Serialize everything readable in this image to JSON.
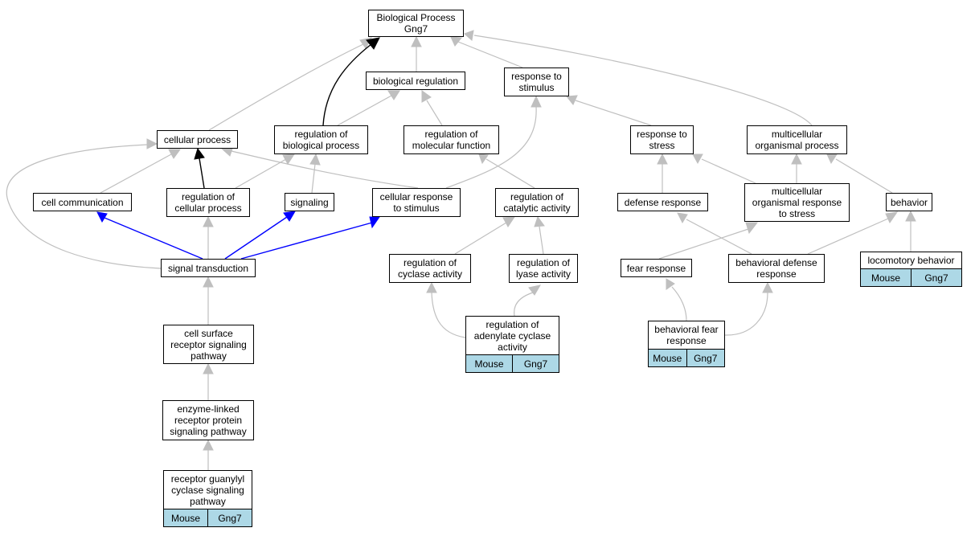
{
  "colors": {
    "gray_edge": "#bfbfbf",
    "black_edge": "#000000",
    "blue_edge": "#0000ff",
    "annotation_fill": "#add8e6"
  },
  "nodes": {
    "root": "Biological Process\nGng7",
    "biological_regulation": "biological regulation",
    "response_to_stimulus": "response to\nstimulus",
    "cellular_process": "cellular process",
    "regulation_of_biological_process": "regulation of\nbiological process",
    "regulation_of_molecular_function": "regulation of\nmolecular function",
    "response_to_stress": "response to\nstress",
    "multicellular_organismal_process": "multicellular\norganismal process",
    "cell_communication": "cell communication",
    "regulation_of_cellular_process": "regulation of\ncellular process",
    "signaling": "signaling",
    "cellular_response_to_stimulus": "cellular response\nto stimulus",
    "regulation_of_catalytic_activity": "regulation of\ncatalytic activity",
    "defense_response": "defense response",
    "multicellular_organismal_response_to_stress": "multicellular\norganismal response\nto stress",
    "behavior": "behavior",
    "signal_transduction": "signal transduction",
    "regulation_of_cyclase_activity": "regulation of\ncyclase activity",
    "regulation_of_lyase_activity": "regulation of\nlyase activity",
    "fear_response": "fear response",
    "behavioral_defense_response": "behavioral defense\nresponse",
    "locomotory_behavior": "locomotory behavior",
    "cell_surface_receptor_signaling_pathway": "cell surface\nreceptor signaling\npathway",
    "regulation_of_adenylate_cyclase_activity": "regulation of\nadenylate cyclase\nactivity",
    "behavioral_fear_response": "behavioral fear\nresponse",
    "enzyme_linked_receptor_protein_signaling_pathway": "enzyme-linked\nreceptor protein\nsignaling pathway",
    "receptor_guanylyl_cyclase_signaling_pathway": "receptor guanylyl\ncyclase signaling\npathway"
  },
  "annotation": {
    "species": "Mouse",
    "gene": "Gng7"
  }
}
